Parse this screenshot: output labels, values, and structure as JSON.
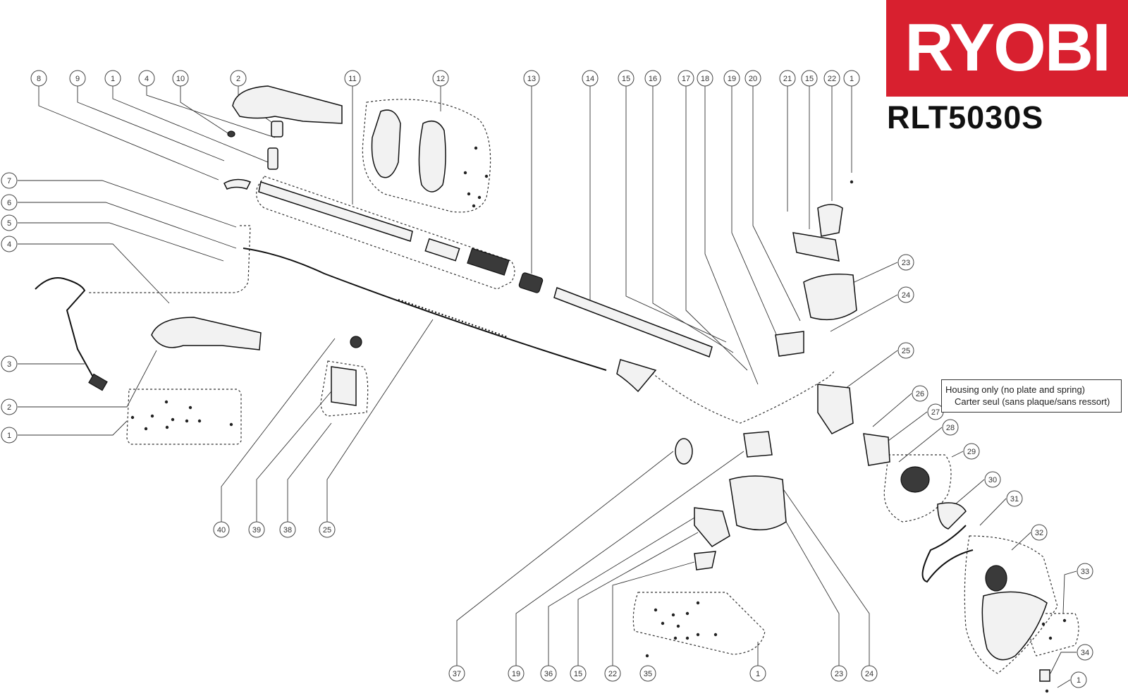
{
  "brand": {
    "logo_text": "RYOBI",
    "logo_color": "#d8202f"
  },
  "model": "RLT5030S",
  "note": {
    "line1": "Housing only (no plate and spring)",
    "line2": "Carter seul (sans plaque/sans ressort)"
  },
  "callouts": [
    {
      "label": "8"
    },
    {
      "label": "9"
    },
    {
      "label": "1"
    },
    {
      "label": "4"
    },
    {
      "label": "10"
    },
    {
      "label": "2"
    },
    {
      "label": "11"
    },
    {
      "label": "12"
    },
    {
      "label": "13"
    },
    {
      "label": "14"
    },
    {
      "label": "15"
    },
    {
      "label": "16"
    },
    {
      "label": "17"
    },
    {
      "label": "18"
    },
    {
      "label": "19"
    },
    {
      "label": "20"
    },
    {
      "label": "21"
    },
    {
      "label": "15"
    },
    {
      "label": "22"
    },
    {
      "label": "1"
    },
    {
      "label": "7"
    },
    {
      "label": "6"
    },
    {
      "label": "5"
    },
    {
      "label": "4"
    },
    {
      "label": "3"
    },
    {
      "label": "2"
    },
    {
      "label": "1"
    },
    {
      "label": "23"
    },
    {
      "label": "24"
    },
    {
      "label": "25"
    },
    {
      "label": "26"
    },
    {
      "label": "27"
    },
    {
      "label": "28"
    },
    {
      "label": "29"
    },
    {
      "label": "30"
    },
    {
      "label": "31"
    },
    {
      "label": "32"
    },
    {
      "label": "33"
    },
    {
      "label": "34"
    },
    {
      "label": "1"
    },
    {
      "label": "40"
    },
    {
      "label": "39"
    },
    {
      "label": "38"
    },
    {
      "label": "25"
    },
    {
      "label": "37"
    },
    {
      "label": "19"
    },
    {
      "label": "36"
    },
    {
      "label": "15"
    },
    {
      "label": "22"
    },
    {
      "label": "35"
    },
    {
      "label": "1"
    },
    {
      "label": "23"
    },
    {
      "label": "24"
    }
  ]
}
